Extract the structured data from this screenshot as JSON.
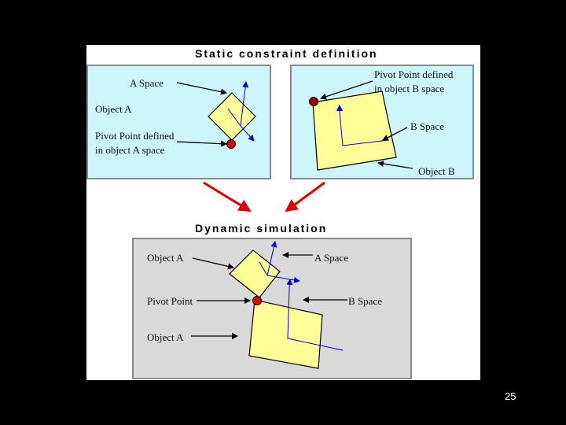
{
  "static_title": "Static constraint definition",
  "dynamic_title": "Dynamic simulation",
  "static": {
    "a_space": "A Space",
    "object_a": "Object A",
    "pivot_a_line1": "Pivot Point defined",
    "pivot_a_line2": "in object A space",
    "pivot_b_line1": "Pivot Point defined",
    "pivot_b_line2": "in object B space",
    "b_space": "B Space",
    "object_b": "Object B"
  },
  "dynamic": {
    "object_a_top": "Object A",
    "a_space": "A Space",
    "pivot_point": "Pivot Point",
    "b_space": "B Space",
    "object_a_bottom": "Object A"
  },
  "page_number": "25",
  "colors": {
    "static_panel": "#ccf5fc",
    "dynamic_panel": "#d9d9d9",
    "object_fill": "#ffff99",
    "pivot": "#e00000",
    "axes": "#0000cc",
    "flow_arrow": "#e00000"
  }
}
